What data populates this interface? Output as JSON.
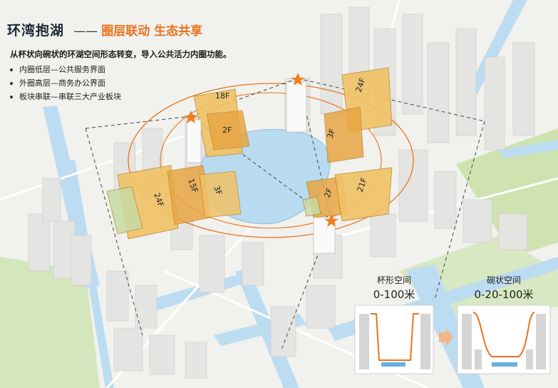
{
  "header": {
    "title": "环湾抱湖",
    "separator": "——",
    "subtitle_highlight": "圈层联动 生态共享"
  },
  "description": "从杯状向碗状的环湖空间形态转变，导入公共活力内圈功能。",
  "bullets": [
    "内圈低层—公共服务界面",
    "外圈高层—商务办公界面",
    "板块串联—串联三大产业板块"
  ],
  "floor_labels": [
    "18F",
    "2F",
    "24F",
    "3F",
    "24F",
    "15F",
    "3F",
    "2F",
    "21F"
  ],
  "comparison": {
    "left": {
      "title": "杯形空间",
      "range": "0-100米"
    },
    "right": {
      "title": "碗状空间",
      "range": "0-20-100米"
    }
  },
  "colors": {
    "accent_orange": "#e8731d",
    "water": "#b7d9ef",
    "building_fill": "#f0c060",
    "green": "#c9dfa7"
  }
}
